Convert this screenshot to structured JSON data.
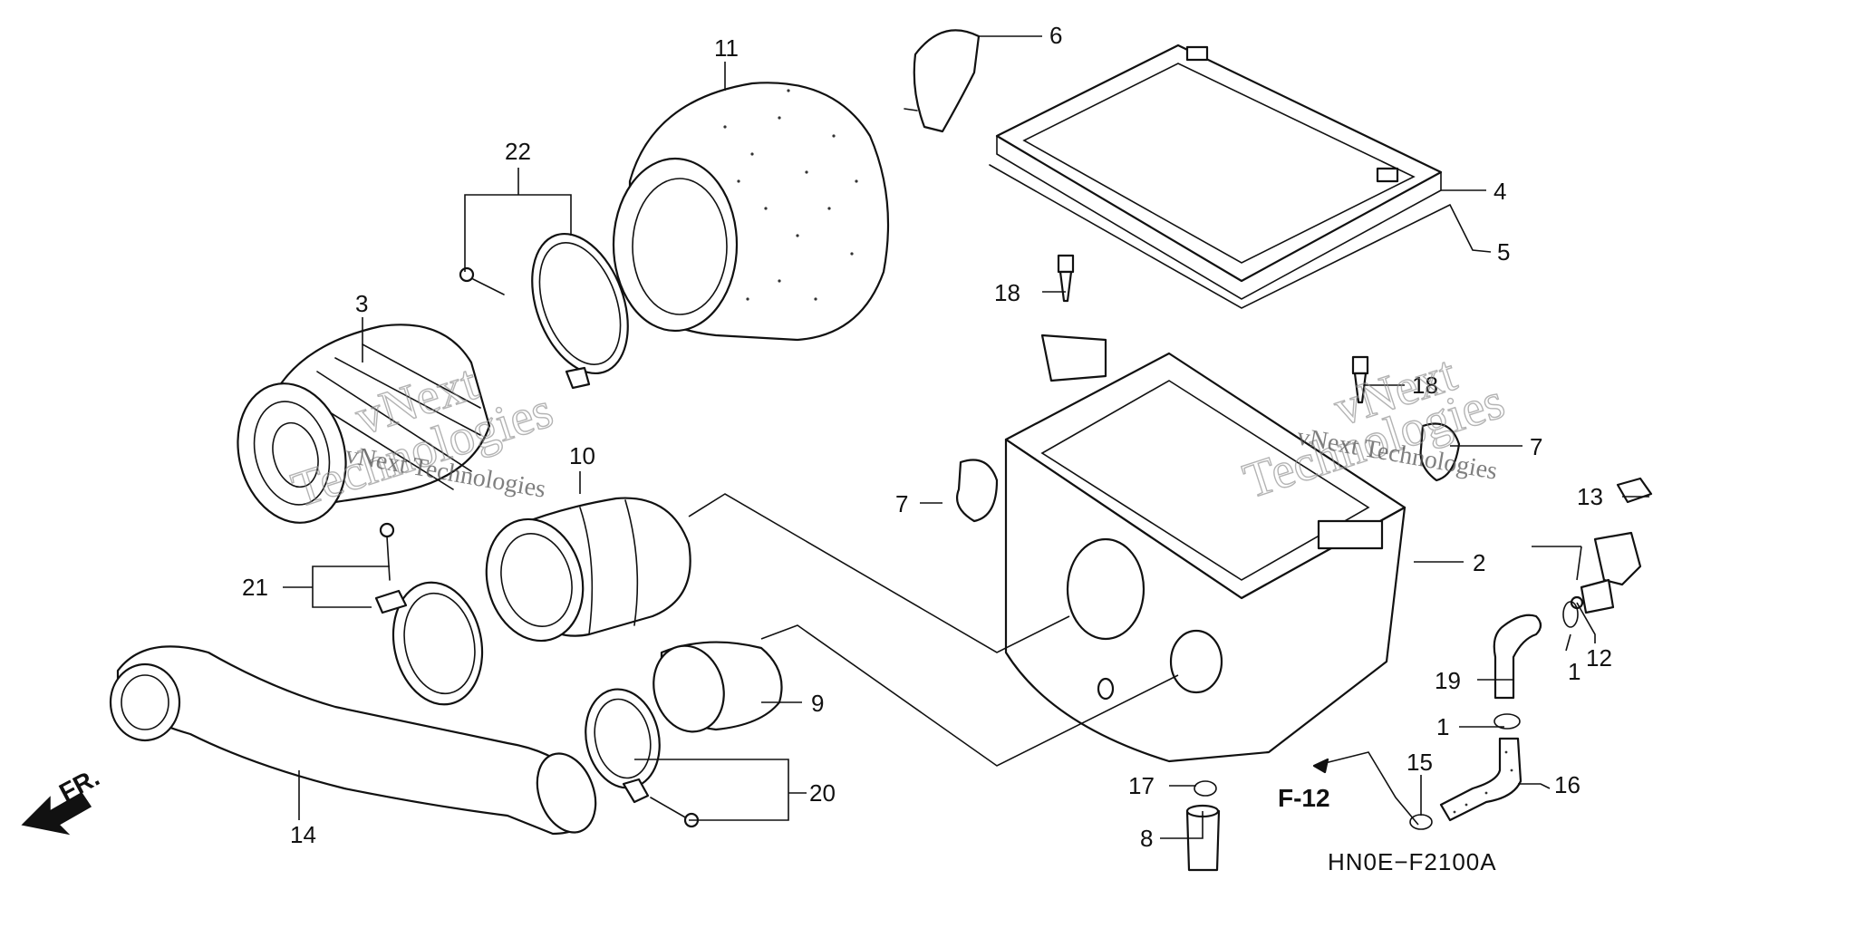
{
  "diagram_code": "HN0E−F2100A",
  "cross_ref": "F-12",
  "front_mark": "FR.",
  "watermark": {
    "brand": "vNext",
    "line2": "Technologies",
    "small": "vNext Technologies"
  },
  "callouts": {
    "c1a": "1",
    "c1b": "1",
    "c2": "2",
    "c3": "3",
    "c4": "4",
    "c5": "5",
    "c6": "6",
    "c7a": "7",
    "c7b": "7",
    "c8": "8",
    "c9": "9",
    "c10": "10",
    "c11": "11",
    "c12": "12",
    "c13": "13",
    "c14": "14",
    "c15": "15",
    "c16": "16",
    "c17": "17",
    "c18a": "18",
    "c18b": "18",
    "c19": "19",
    "c20": "20",
    "c21": "21",
    "c22": "22"
  }
}
